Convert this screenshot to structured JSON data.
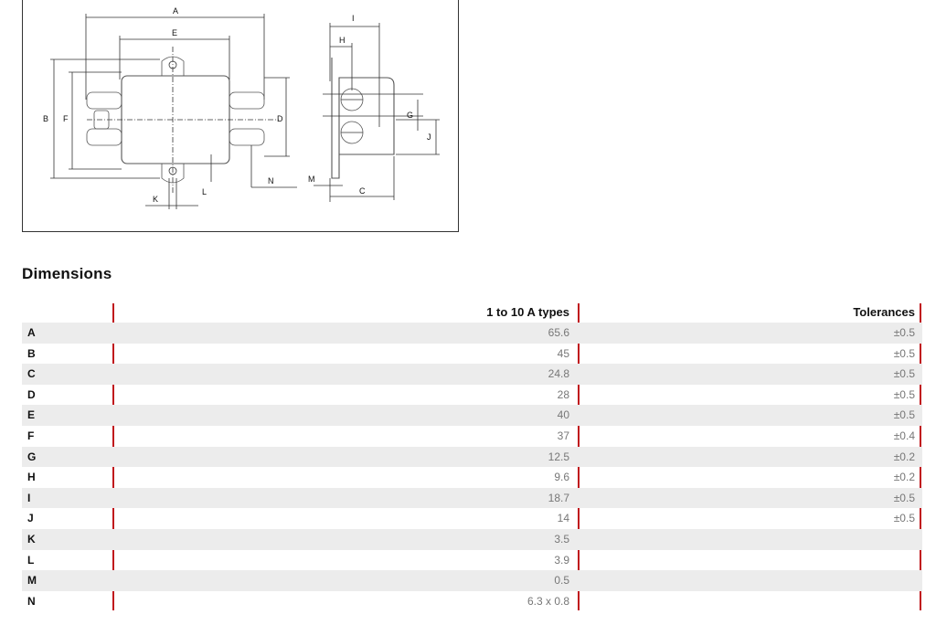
{
  "drawing": {
    "labels": {
      "A": "A",
      "B": "B",
      "C": "C",
      "D": "D",
      "E": "E",
      "F": "F",
      "G": "G",
      "H": "H",
      "I": "I",
      "J": "J",
      "K": "K",
      "L": "L",
      "M": "M",
      "N": "N"
    }
  },
  "section_title": "Dimensions",
  "table": {
    "headers": {
      "types": "1 to 10 A types",
      "tolerances": "Tolerances"
    },
    "rows": [
      {
        "label": "A",
        "value": "65.6",
        "tolerance": "±0.5"
      },
      {
        "label": "B",
        "value": "45",
        "tolerance": "±0.5"
      },
      {
        "label": "C",
        "value": "24.8",
        "tolerance": "±0.5"
      },
      {
        "label": "D",
        "value": "28",
        "tolerance": "±0.5"
      },
      {
        "label": "E",
        "value": "40",
        "tolerance": "±0.5"
      },
      {
        "label": "F",
        "value": "37",
        "tolerance": "±0.4"
      },
      {
        "label": "G",
        "value": "12.5",
        "tolerance": "±0.2"
      },
      {
        "label": "H",
        "value": "9.6",
        "tolerance": "±0.2"
      },
      {
        "label": "I",
        "value": "18.7",
        "tolerance": "±0.5"
      },
      {
        "label": "J",
        "value": "14",
        "tolerance": "±0.5"
      },
      {
        "label": "K",
        "value": "3.5",
        "tolerance": ""
      },
      {
        "label": "L",
        "value": "3.9",
        "tolerance": ""
      },
      {
        "label": "M",
        "value": "0.5",
        "tolerance": ""
      },
      {
        "label": "N",
        "value": "6.3 x 0.8",
        "tolerance": ""
      }
    ]
  },
  "colors": {
    "divider": "#c0141c",
    "stripe": "#ececec"
  }
}
